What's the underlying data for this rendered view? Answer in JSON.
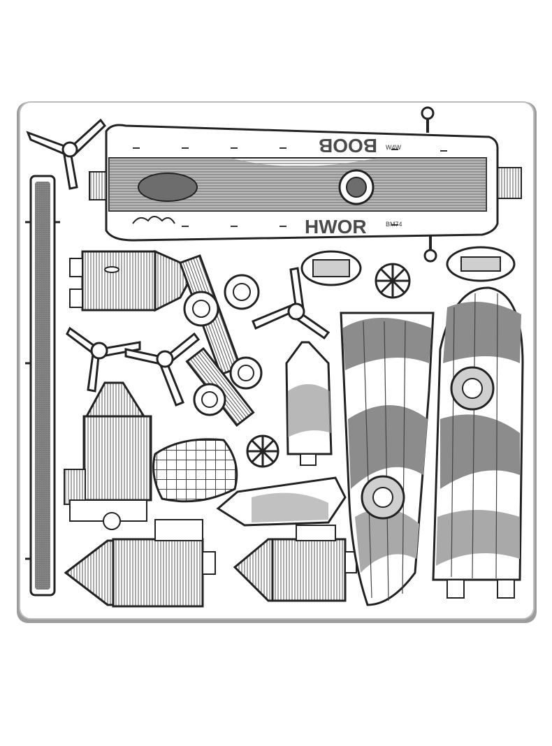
{
  "sheet": {
    "markings": {
      "top_code": "BOOB",
      "bottom_code": "HWOR",
      "serial_top": "W4W",
      "serial_bottom": "BM74"
    },
    "colors": {
      "sheet_fill": "#ffffff",
      "backing": "#8a8a8a",
      "line": "#2b2b2b",
      "hatch": "#5a5a5a",
      "camo_light": "#d4d4d4",
      "camo_dark": "#8c8c8c"
    },
    "parts": [
      "fuselage-panel",
      "wing-spar-left",
      "propeller-top-left",
      "propeller-mid-left",
      "propeller-mid-center",
      "propeller-right",
      "engine-nacelle-upper",
      "engine-nacelle-left-lower",
      "engine-nacelle-bottom-left",
      "engine-nacelle-bottom-center",
      "engine-mount-upper",
      "engine-mount-lower",
      "cockpit-canopy",
      "cowling-star-upper",
      "cowling-star-lower",
      "tail-fin-left",
      "tail-fin-right",
      "tail-plane",
      "main-wing-center",
      "main-wing-right",
      "bomb-bay-frame"
    ]
  }
}
